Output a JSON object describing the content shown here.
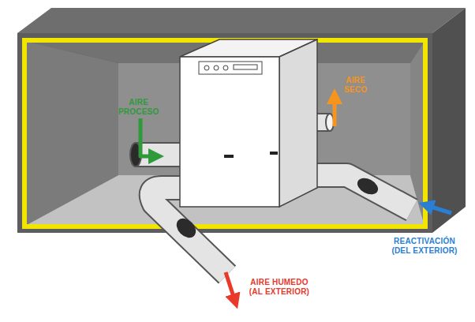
{
  "diagram": {
    "labels": [
      "AIRE PROCESO",
      "AIRE SECO",
      "AIRE HUMEDO (AL EXTERIOR)",
      "REACTIVACIÓN (DEL EXTERIOR)"
    ]
  }
}
